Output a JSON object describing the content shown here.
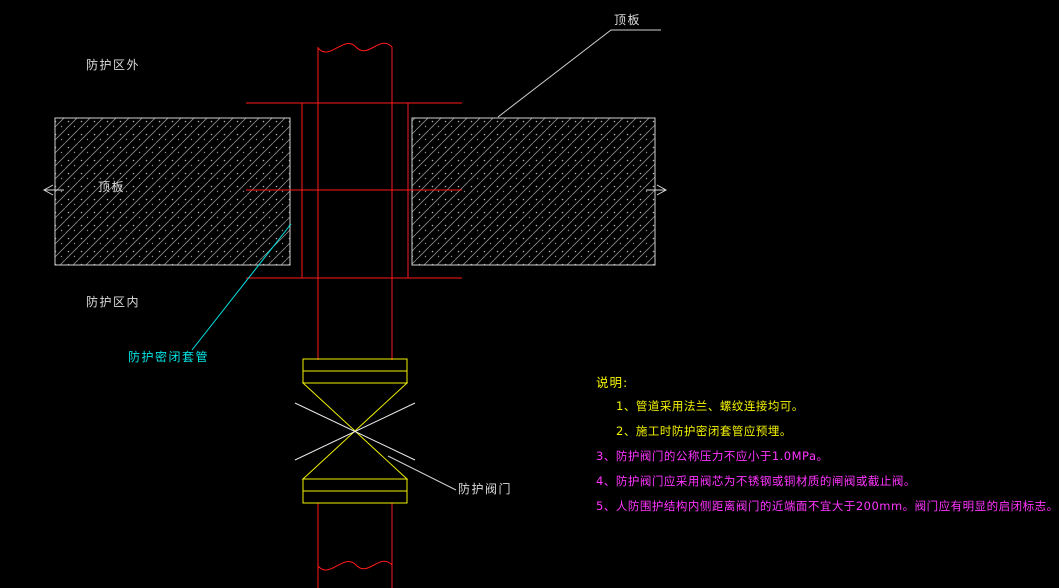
{
  "labels": {
    "zone_outside": "防护区外",
    "roof_slab_left": "顶板",
    "zone_inside": "防护区内",
    "sleeve": "防护密闭套管",
    "roof_slab_top": "顶板",
    "valve": "防护阀门"
  },
  "notes": {
    "title": "说明:",
    "items": [
      "1、管道采用法兰、螺纹连接均可。",
      "2、施工时防护密闭套管应预埋。",
      "3、防护阀门的公称压力不应小于1.0MPa。",
      "4、防护阀门应采用阀芯为不锈钢或铜材质的闸阀或截止阀。",
      "5、人防围护结构内侧距离阀门的近端面不宜大于200mm。阀门应有明显的启闭标志。"
    ]
  },
  "colors": {
    "background": "#000000",
    "pipe_line": "#ff1a1a",
    "sleeve_line": "#ff1a1a",
    "valve_line": "#f2f200",
    "valve_cross": "#e8e8e8",
    "slab_outline": "#cfcfcf",
    "concrete_hatch": "#8c8c8c",
    "label_text": "#dcdcdc",
    "sleeve_label_text": "#00e5e5",
    "notes_primary": "#f5f500",
    "notes_secondary": "#ff35ff"
  }
}
